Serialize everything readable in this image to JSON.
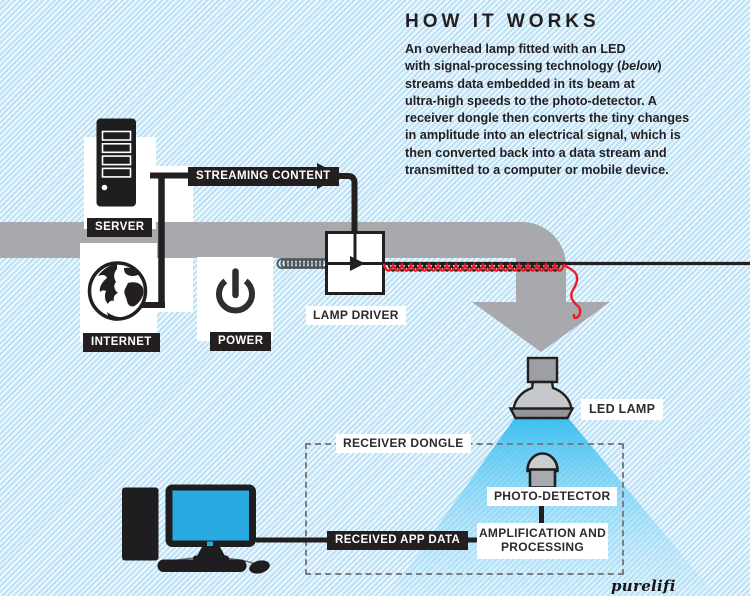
{
  "header": {
    "title": "HOW IT WORKS",
    "body_part1": "An overhead lamp fitted with an LED\nwith signal-processing technology (",
    "body_italic": "below",
    "body_part2": ")\nstreams data embedded in its beam at\nultra-high speeds to the photo-detector. A\nreceiver dongle then converts the tiny changes\nin amplitude into an electrical signal, which is\nthen converted back into a data stream and\ntransmitted to a computer or mobile device."
  },
  "diagram": {
    "labels": {
      "server": "SERVER",
      "internet": "INTERNET",
      "power": "POWER",
      "streaming_content": "STREAMING CONTENT",
      "lamp_driver": "LAMP DRIVER",
      "led_lamp": "LED LAMP",
      "receiver_dongle": "RECEIVER DONGLE",
      "photo_detector": "PHOTO-DETECTOR",
      "amplification_processing": "AMPLIFICATION AND\nPROCESSING",
      "received_app_data": "RECEIVED APP DATA"
    },
    "icons": [
      "server-tower-icon",
      "globe-icon",
      "power-icon",
      "coil-wire-icon",
      "spotlight-lamp-icon",
      "photo-detector-icon",
      "desktop-computer-icon",
      "red-signal-wire-icon",
      "flow-arrow-down"
    ],
    "colors": {
      "ink": "#231f20",
      "stripe_blue": "#bfe2f6",
      "flow_gray": "#a7a9ac",
      "light_cone_blue": "#3fc0f0",
      "screen_blue": "#29abe2",
      "wire_red": "#ed1c24"
    }
  },
  "branding": {
    "logo_text": "purelifi"
  }
}
